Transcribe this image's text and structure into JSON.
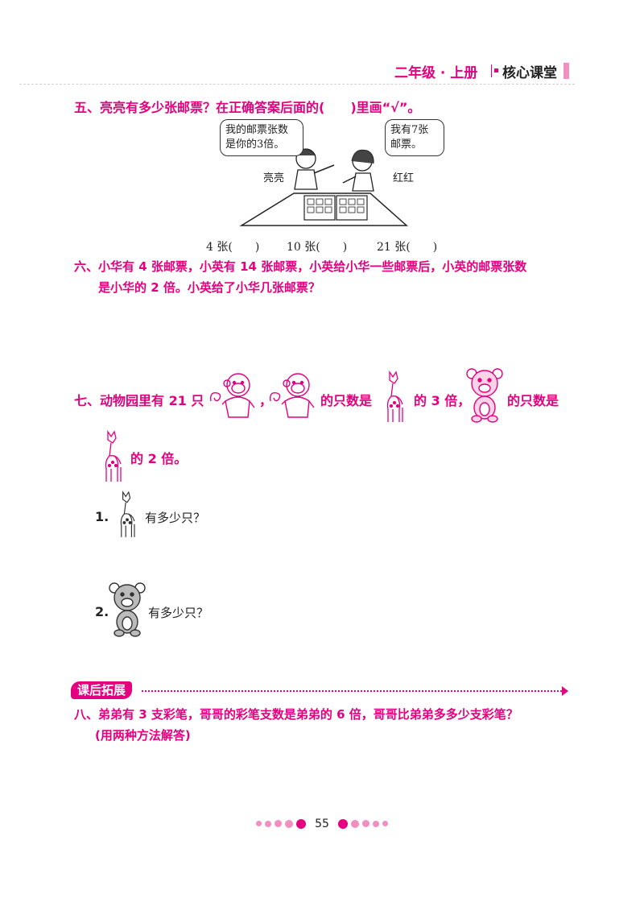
{
  "header": {
    "grade": "二年级 · 上册",
    "series": "核心课堂"
  },
  "q5": {
    "text": "五、亮亮有多少张邮票？在正确答案后面的(　　)里画“√”。",
    "bubble_left": [
      "我的邮票张数",
      "是你的3倍。"
    ],
    "bubble_right": [
      "我有7张",
      "邮票。"
    ],
    "name_left": "亮亮",
    "name_right": "红红",
    "choices": [
      "4 张(　　)",
      "10 张(　　)",
      "21 张(　　)"
    ]
  },
  "q6": {
    "line1": "六、小华有 4 张邮票，小英有 14 张邮票，小英给小华一些邮票后，小英的邮票张数",
    "line2": "是小华的 2 倍。小英给了小华几张邮票？"
  },
  "q7": {
    "part1": "七、动物园里有 21 只",
    "comma": "，",
    "part2": "的只数是",
    "part3": "的 3 倍，",
    "part4": "的只数是",
    "line2": "的 2 倍。",
    "sub1_num": "1.",
    "sub1_text": "有多少只？",
    "sub2_num": "2.",
    "sub2_text": "有多少只？"
  },
  "extension": {
    "title": "课后拓展"
  },
  "q8": {
    "line1": "八、弟弟有 3 支彩笔，哥哥的彩笔支数是弟弟的 6 倍，哥哥比弟弟多多少支彩笔？",
    "line2": "(用两种方法解答)"
  },
  "page_number": "55",
  "colors": {
    "accent": "#e4007f",
    "pink_light": "#f08fc0"
  },
  "icons": [
    "monkey-icon",
    "deer-icon",
    "bear-icon"
  ]
}
